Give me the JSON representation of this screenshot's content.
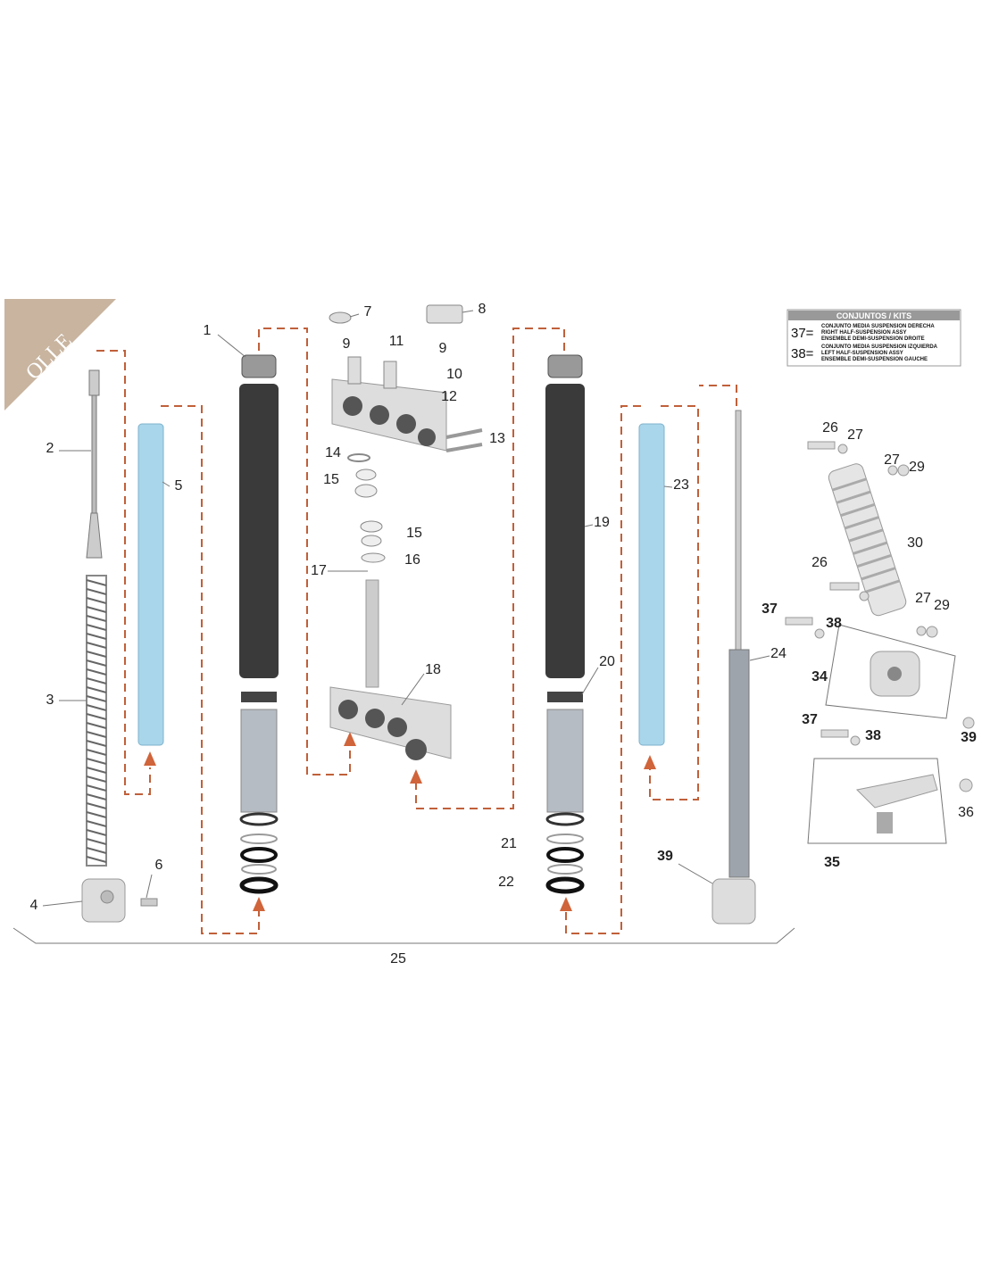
{
  "logo": {
    "text": "OLLE",
    "color": "#c8b49f"
  },
  "colors": {
    "leader_dash": "#c0603a",
    "arrow": "#d0643a",
    "stanchion": "#a9d6ea",
    "outer_tube": "#3a3a3a"
  },
  "kits_box": {
    "title": "CONJUNTOS / KITS",
    "items": [
      {
        "num": "37=",
        "lines": [
          "CONJUNTO MEDIA SUSPENSION DERECHA",
          "RIGHT HALF-SUSPENSION ASSY",
          "ENSEMBLE DEMI-SUSPENSION DROITE"
        ]
      },
      {
        "num": "38=",
        "lines": [
          "CONJUNTO MEDIA SUSPENSION IZQUIERDA",
          "LEFT HALF-SUSPENSION ASSY",
          "ENSEMBLE DEMI-SUSPENSION GAUCHE"
        ]
      }
    ]
  },
  "callouts": [
    "1",
    "2",
    "3",
    "4",
    "5",
    "6",
    "7",
    "8",
    "9",
    "11",
    "9",
    "10",
    "12",
    "13",
    "14",
    "15",
    "15",
    "16",
    "17",
    "18",
    "19",
    "20",
    "21",
    "22",
    "23",
    "24",
    "25",
    "26",
    "27",
    "27",
    "29",
    "30",
    "26",
    "27",
    "29",
    "37",
    "38",
    "34",
    "37",
    "38",
    "39",
    "36",
    "35",
    "39"
  ]
}
